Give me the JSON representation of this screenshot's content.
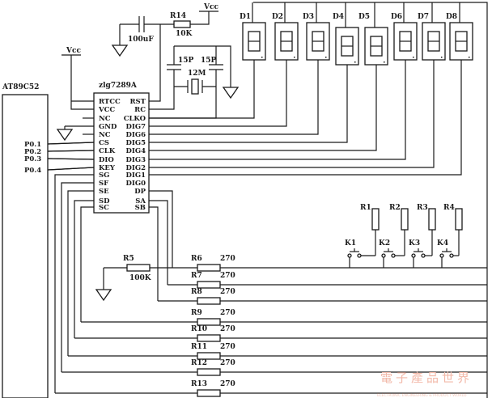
{
  "diagram": {
    "mcu": {
      "name": "AT89C52",
      "pins": [
        "P0.1",
        "P0.2",
        "P0.3",
        "P0.4"
      ]
    },
    "driver": {
      "name": "zlg7289A",
      "left_pins": [
        "RTCC",
        "VCC",
        "NC",
        "GND",
        "NC",
        "CS",
        "CLK",
        "DIO",
        "KEY",
        "SG",
        "SF",
        "SE",
        "SD",
        "SC"
      ],
      "right_pins": [
        "RST",
        "RC",
        "CLKO",
        "DIG7",
        "DIG6",
        "DIG5",
        "DIG4",
        "DIG3",
        "DIG2",
        "DIG1",
        "DIG0",
        "DP",
        "SA",
        "SB"
      ]
    },
    "power": {
      "vcc_label": "Vcc"
    },
    "reset": {
      "cap_value": "100uF",
      "res_name": "R14",
      "res_value": "10K"
    },
    "oscillator": {
      "cap1": "15P",
      "cap2": "15P",
      "crystal": "12M"
    },
    "displays": [
      "D1",
      "D2",
      "D3",
      "D4",
      "D5",
      "D6",
      "D7",
      "D8"
    ],
    "key_resistors": [
      "R1",
      "R2",
      "R3",
      "R4"
    ],
    "keys": [
      "K1",
      "K2",
      "K3",
      "K4"
    ],
    "pulldown": {
      "name": "R5",
      "value": "100K"
    },
    "segment_resistors": [
      {
        "name": "R6",
        "value": "270"
      },
      {
        "name": "R7",
        "value": "270"
      },
      {
        "name": "R8",
        "value": "270"
      },
      {
        "name": "R9",
        "value": "270"
      },
      {
        "name": "R10",
        "value": "270"
      },
      {
        "name": "R11",
        "value": "270"
      },
      {
        "name": "R12",
        "value": "270"
      },
      {
        "name": "R13",
        "value": "270"
      }
    ],
    "watermark": {
      "cn": "電子產品世界",
      "en": "ELECTRONIC ENGINEERING & PRODUCT WORLD"
    }
  }
}
